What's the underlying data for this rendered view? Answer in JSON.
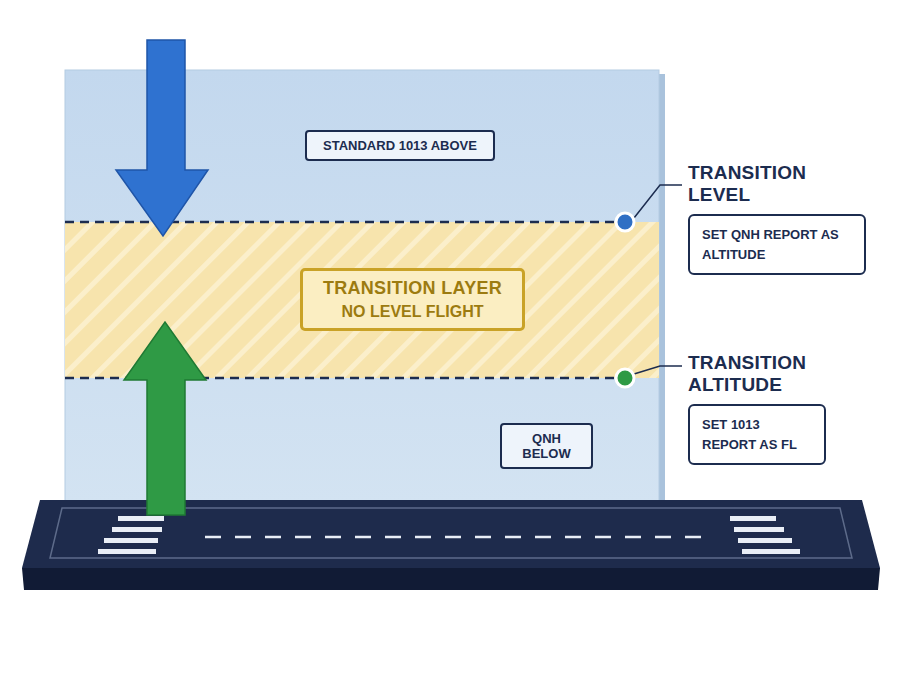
{
  "diagram": {
    "nodes": [
      {
        "text": [
          "STANDARD 1013 ABOVE"
        ]
      },
      {
        "text": [
          "TRANSITION LEVEL",
          "SET QNH REPORT AS ALTITUDE"
        ]
      },
      {
        "text": [
          "TRANSITION LAYER",
          "NO LEVEL FLIGHT"
        ]
      },
      {
        "text": [
          "TRANSITION ALTITUDE",
          "SET 1013 REPORT AS FL"
        ]
      },
      {
        "text": [
          "QNH BELOW"
        ]
      }
    ]
  }
}
